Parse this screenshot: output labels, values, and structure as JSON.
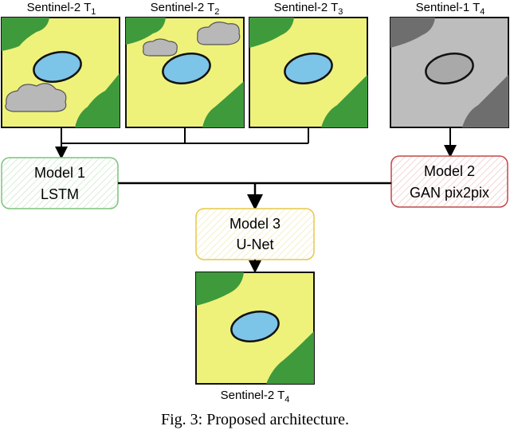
{
  "inputs": [
    {
      "label": "Sentinel-2 T",
      "sub": "1",
      "clouds": true
    },
    {
      "label": "Sentinel-2 T",
      "sub": "2",
      "clouds": true
    },
    {
      "label": "Sentinel-2 T",
      "sub": "3",
      "clouds": false
    },
    {
      "label": "Sentinel-1 T",
      "sub": "4",
      "clouds": false
    }
  ],
  "models": {
    "model1": {
      "line1": "Model 1",
      "line2": "LSTM"
    },
    "model2": {
      "line1": "Model 2",
      "line2": "GAN pix2pix"
    },
    "model3": {
      "line1": "Model 3",
      "line2": "U-Net"
    }
  },
  "output": {
    "label": "Sentinel-2 T",
    "sub": "4"
  },
  "caption": "Fig. 3: Proposed architecture.",
  "colors": {
    "grass": "#eef27a",
    "tree": "#3f9a3c",
    "tree_dark": "#2a6b2a",
    "water": "#7cc4e8",
    "cloud": "#b8b8b8",
    "sar_bg": "#bdbdbd",
    "sar_tree": "#6e6e6e",
    "model1_border": "#7cc47a",
    "model2_border": "#c04848",
    "model3_border": "#e6c84a"
  }
}
